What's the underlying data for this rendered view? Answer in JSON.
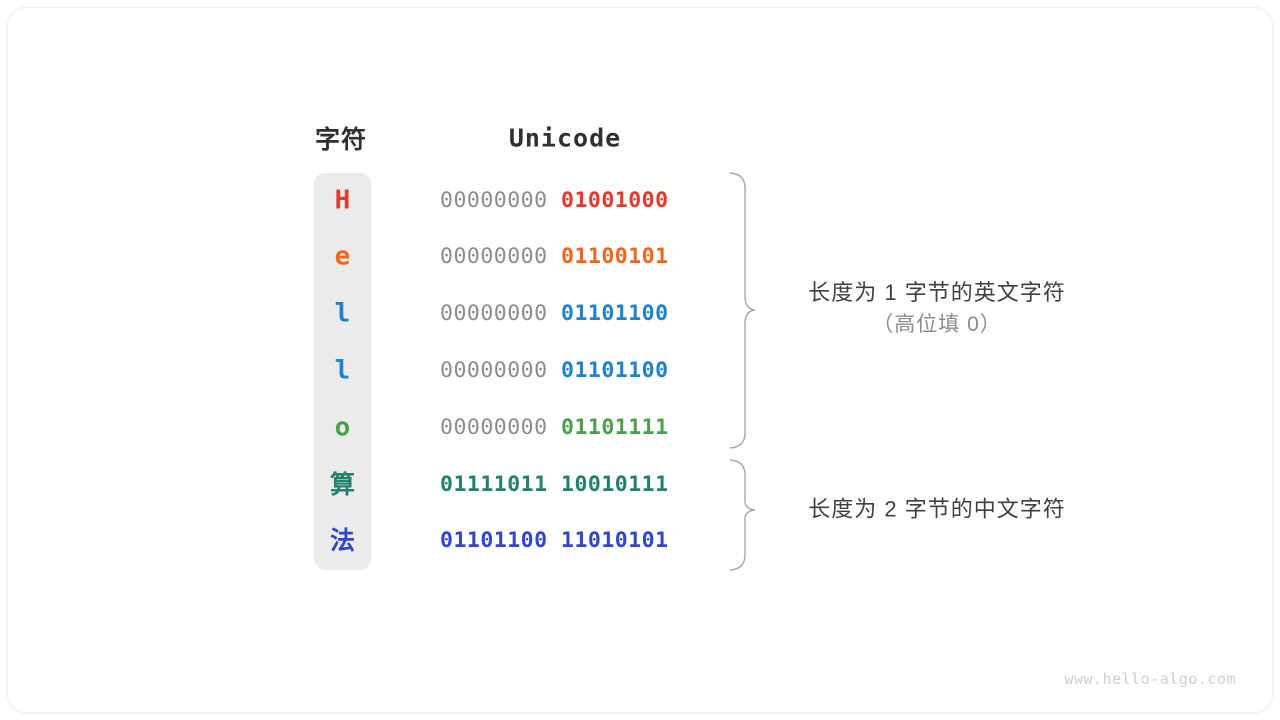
{
  "headers": {
    "character": "字符",
    "unicode": "Unicode"
  },
  "rows": [
    {
      "char": "H",
      "color": "#e8382b",
      "high": "00000000 ",
      "low": "01001000",
      "cjk": false
    },
    {
      "char": "e",
      "color": "#f2661c",
      "high": "00000000 ",
      "low": "01100101",
      "cjk": false
    },
    {
      "char": "l",
      "color": "#1f82ce",
      "high": "00000000 ",
      "low": "01101100",
      "cjk": false
    },
    {
      "char": "l",
      "color": "#1f82ce",
      "high": "00000000 ",
      "low": "01101100",
      "cjk": false
    },
    {
      "char": "o",
      "color": "#4c9f4c",
      "high": "00000000 ",
      "low": "01101111",
      "cjk": false
    },
    {
      "char": "算",
      "color": "#23806e",
      "high": "",
      "low": "01111011 10010111",
      "cjk": true
    },
    {
      "char": "法",
      "color": "#3146cc",
      "high": "",
      "low": "01101100 11010101",
      "cjk": true
    }
  ],
  "annotations": {
    "ascii": {
      "line1": "长度为 1 字节的英文字符",
      "line2": "（高位填 0）"
    },
    "cjk": {
      "line1": "长度为 2 字节的中文字符",
      "line2": ""
    }
  },
  "watermark": "www.hello-algo.com",
  "colors": {
    "panel_bg": "#ebebeb",
    "high_bits": "#8c8c8c",
    "brace": "#a6a6a6",
    "card_bg": "#ffffff"
  }
}
